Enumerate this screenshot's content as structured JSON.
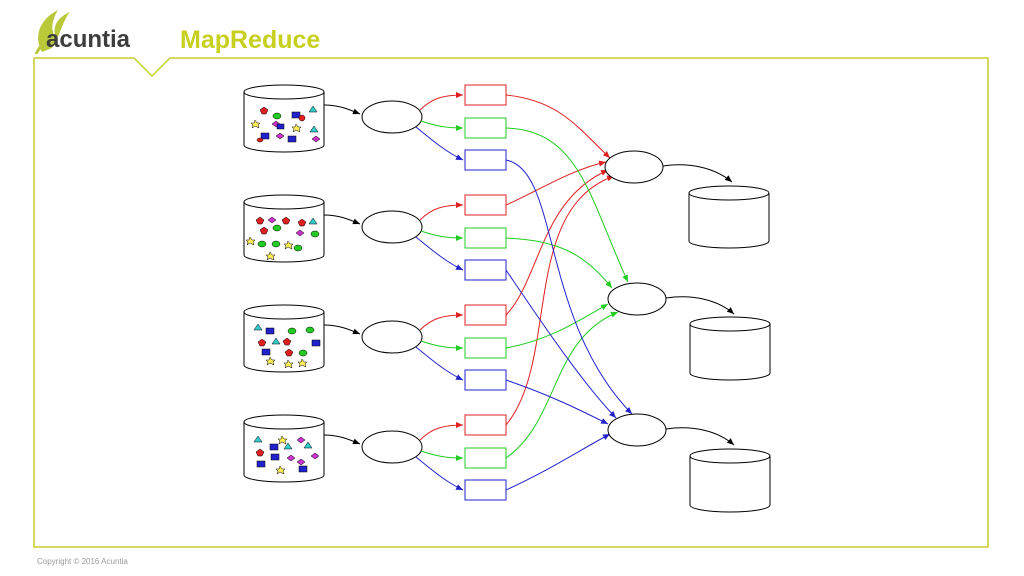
{
  "header": {
    "logo_text": "acuntia",
    "title": "MapReduce"
  },
  "footer": {
    "copyright": "Copyright © 2016 Acuntia"
  },
  "colors": {
    "accent": "#c7cf1f",
    "frame": "#c8cc2e",
    "logo_leaf": "#b9c93a",
    "logo_text": "#3d3d3d",
    "partition_1": "#e02020",
    "partition_2": "#22cc22",
    "partition_3": "#2222cc"
  },
  "diagram": {
    "description_type": "mapreduce-dataflow",
    "input_stores": 4,
    "map_tasks": 4,
    "partitions_per_map": 3,
    "reduce_tasks": 3,
    "output_stores": 3
  }
}
